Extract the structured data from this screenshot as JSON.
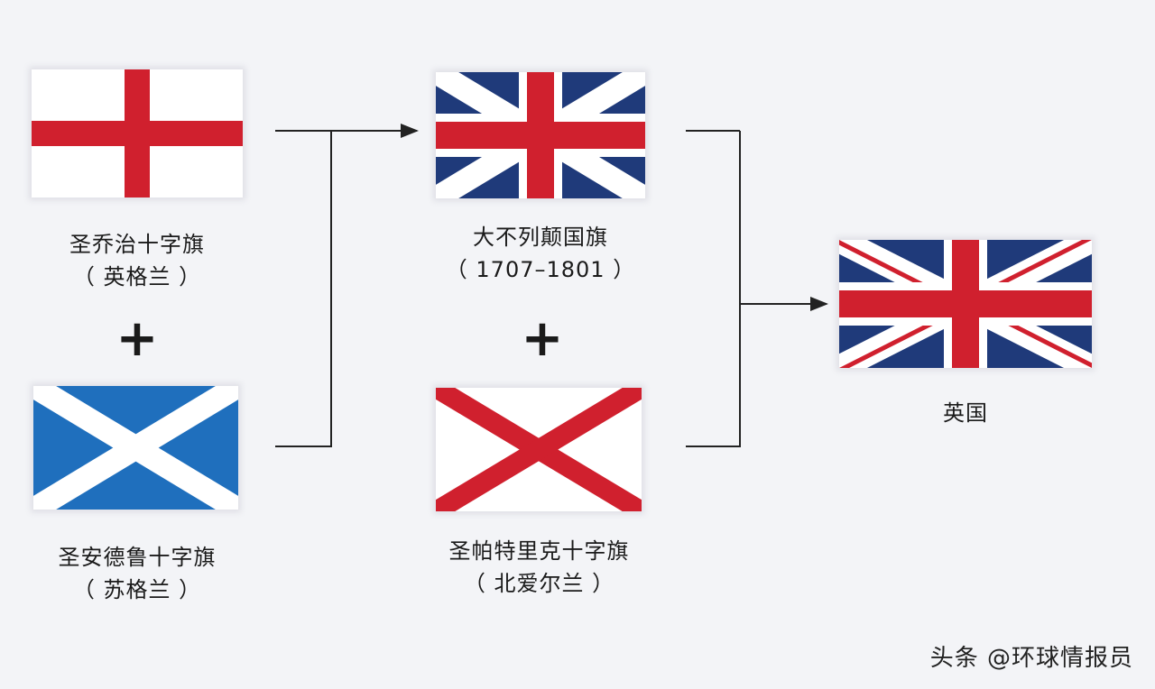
{
  "flags": {
    "st_george": {
      "title": "圣乔治十字旗",
      "subtitle": "（ 英格兰 ）"
    },
    "st_andrew": {
      "title": "圣安德鲁十字旗",
      "subtitle": "（ 苏格兰 ）"
    },
    "great_britain": {
      "title": "大不列颠国旗",
      "subtitle": "（ 1707–1801 ）"
    },
    "st_patrick": {
      "title": "圣帕特里克十字旗",
      "subtitle": "（ 北爱尔兰 ）"
    },
    "united_kingdom": {
      "title": "英国"
    }
  },
  "plus_sign": "+",
  "watermark": "头条 @环球情报员",
  "colors": {
    "red": "#d0202e",
    "navy": "#1f3a7a",
    "scotland_blue": "#1f6fbd",
    "white": "#ffffff",
    "connector": "#222222"
  }
}
